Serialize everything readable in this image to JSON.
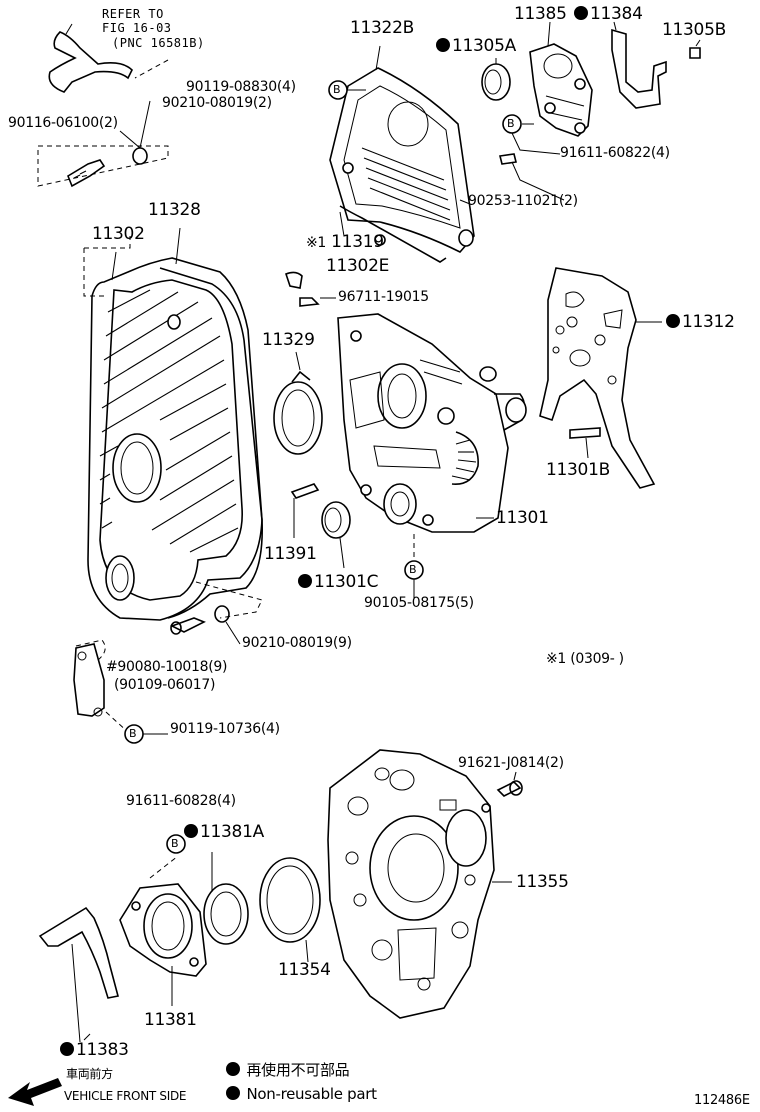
{
  "refer": {
    "line1": "REFER TO",
    "line2": "FIG 16-03",
    "line3": "(PNC 16581B)"
  },
  "parts": {
    "p11322B": "11322B",
    "p11385": "11385",
    "p11384": "11384",
    "p11305B": "11305B",
    "p11305A": "11305A",
    "p90119_08830": "90119-08830(4)",
    "p90210_08019_2": "90210-08019(2)",
    "p90116_06100": "90116-06100(2)",
    "p91611_60822": "91611-60822(4)",
    "p90253_11021": "90253-11021(2)",
    "p11302": "11302",
    "p11328": "11328",
    "p11319": "11319",
    "p11319_mark": "※1",
    "p11302E": "11302E",
    "p96711_19015": "96711-19015",
    "p11312": "11312",
    "p11329": "11329",
    "p11301B": "11301B",
    "p11301": "11301",
    "p11391": "11391",
    "p11301C": "11301C",
    "p90105_08175": "90105-08175(5)",
    "p90210_08019_9": "90210-08019(9)",
    "p90080_10018": "#90080-10018(9)",
    "p90109_06017": "(90109-06017)",
    "p90119_10736": "90119-10736(4)",
    "p91621_J0814": "91621-J0814(2)",
    "p91611_60828": "91611-60828(4)",
    "p11381A": "11381A",
    "p11355": "11355",
    "p11354": "11354",
    "p11381": "11381",
    "p11383": "11383"
  },
  "note": "※1 (0309-        )",
  "bolt_marker": "B",
  "legend": {
    "jp_nonreusable": "再使用不可部品",
    "en_nonreusable": "Non-reusable part",
    "jp_front": "車両前方",
    "en_front": "VEHICLE FRONT SIDE"
  },
  "figure_id": "112486E"
}
